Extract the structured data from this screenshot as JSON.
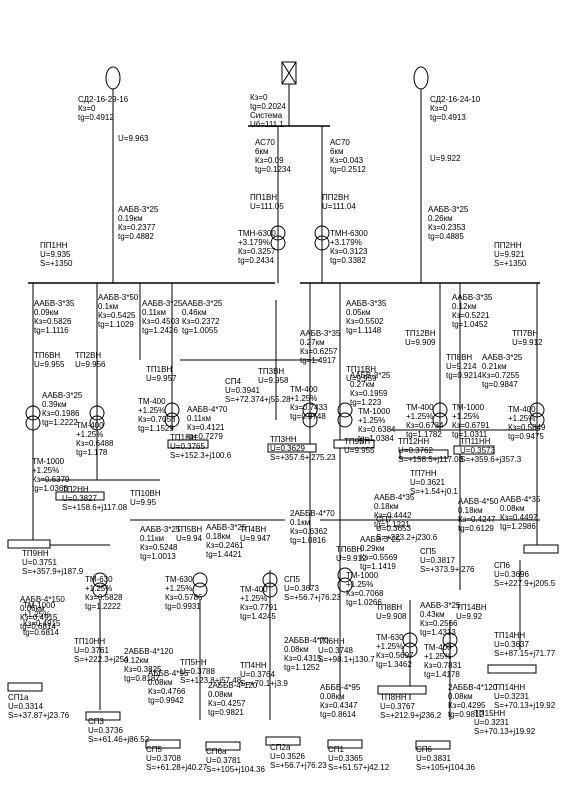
{
  "gens": [
    {
      "id": "g1",
      "lines": [
        "СД2-16-29-16",
        "Кз=0",
        "tg=0.4912"
      ]
    },
    {
      "id": "g2",
      "lines": [
        "СД2-16-24-10",
        "Кз=0",
        "tg=0.4913"
      ]
    }
  ],
  "system": {
    "lines": [
      "Кз=0",
      "tg=0.2024",
      "Система",
      "Uб=111.1"
    ]
  },
  "voltages": {
    "g1": "U=9.963",
    "g2": "U=9.922"
  },
  "mains": {
    "ac70a": [
      "АС70",
      "6км",
      "Кз=0.09",
      "tg=0.1234"
    ],
    "ac70b": [
      "АС70",
      "6км",
      "Кз=0.043",
      "tg=0.2512"
    ],
    "pp1": [
      "ПП1ВН",
      "U=111.05"
    ],
    "pp2": [
      "ПП2ВН",
      "U=111.04"
    ],
    "tmn1": [
      "ТМН-6300",
      "+3.179%",
      "Кз=0.3257",
      "tg=0.2434"
    ],
    "tmn2": [
      "ТМН-6300",
      "+3.179%",
      "Кз=0.3123",
      "tg=0.3382"
    ],
    "aabv_g1": [
      "ААБВ-3*25",
      "0.19км",
      "Кз=0.2377",
      "tg=0.4882"
    ],
    "aabv_g2": [
      "ААБВ-3*25",
      "0.26км",
      "Кз=0.2353",
      "tg=0.4885"
    ],
    "ppn1": [
      "ПП1НН",
      "U=9.935",
      "S=+1350"
    ],
    "ppn2": [
      "ПП2НН",
      "U=9.921",
      "S=+1350"
    ]
  },
  "labels": [
    {
      "id": "L1",
      "lines": [
        "ААБВ-3*35",
        "0.09км",
        "Кз=0.5826",
        "tg=1.1116"
      ]
    },
    {
      "id": "L2",
      "lines": [
        "ААБВ-3*50",
        "0.1км",
        "Кз=0.5425",
        "tg=1.1029"
      ]
    },
    {
      "id": "L3",
      "lines": [
        "ААБВ-3*25",
        "0.11км",
        "Кз=0.4503",
        "tg=1.2426"
      ]
    },
    {
      "id": "L4",
      "lines": [
        "ААБВ-3*25",
        "0.46км",
        "Кз=0.2372",
        "tg=1.0055"
      ]
    },
    {
      "id": "L5",
      "lines": [
        "ААБВ-3*35",
        "0.27км",
        "Кз=0.6257",
        "tg=1.4917"
      ]
    },
    {
      "id": "L6",
      "lines": [
        "ААБВ-3*35",
        "0.05км",
        "Кз=0.5502",
        "tg=1.1148"
      ]
    },
    {
      "id": "L7",
      "lines": [
        "ААБВ-3*35",
        "0.12км",
        "Кз=0.5221",
        "tg=1.0452"
      ]
    },
    {
      "id": "L8",
      "lines": [
        "ТП6ВН",
        "U=9.955"
      ]
    },
    {
      "id": "L9",
      "lines": [
        "ТП2ВН",
        "U=9.956"
      ]
    },
    {
      "id": "L10",
      "lines": [
        "ААБВ-3*25",
        "0.39км",
        "Кз=0.1986",
        "tg=1.2222"
      ]
    },
    {
      "id": "L11",
      "lines": [
        "ТМ-400",
        "+1.25%",
        "Кз=0.6488",
        "tg=1.178"
      ]
    },
    {
      "id": "L12",
      "lines": [
        "ТМ-1000",
        "+1.25%",
        "Кз=0.6379",
        "tg=1.0366"
      ]
    },
    {
      "id": "L13",
      "lines": [
        "ТП2НН",
        "U=0.3827",
        "S=+158.6+j117.08"
      ]
    },
    {
      "id": "L14",
      "lines": [
        "ТП1ВН",
        "U=9.957"
      ]
    },
    {
      "id": "L15",
      "lines": [
        "ТМ-400",
        "+1.25%",
        "Кз=0.7058",
        "tg=1.1529"
      ]
    },
    {
      "id": "L16",
      "lines": [
        "СП4",
        "U=0.3941",
        "S=+72.374+j55.28"
      ]
    },
    {
      "id": "L17",
      "lines": [
        "ААБВ-4*70",
        "0.11км",
        "Кз=0.4121",
        "tg=0.7279"
      ]
    },
    {
      "id": "L18",
      "lines": [
        "ТП3ВН",
        "U=9.958"
      ]
    },
    {
      "id": "L19",
      "lines": [
        "ТМ-400",
        "+1.25%",
        "Кз=0.7433",
        "tg=0.9748"
      ]
    },
    {
      "id": "L20",
      "lines": [
        "ТП1НН",
        "U=0.3765",
        "S=+152.3+j100.6"
      ]
    },
    {
      "id": "L21",
      "lines": [
        "ТП3НН",
        "U=0.3629",
        "S=+357.6+j275.23"
      ]
    },
    {
      "id": "L22",
      "lines": [
        "ТП11ВН",
        "U=9.959"
      ]
    },
    {
      "id": "L23",
      "lines": [
        "ТП12ВН",
        "U=9.909"
      ]
    },
    {
      "id": "L24",
      "lines": [
        "ТП8ВН",
        "U=9.214",
        "tg=0.9214"
      ]
    },
    {
      "id": "L25",
      "lines": [
        "ААБВ-3*25",
        "0.27км",
        "Кз=0.1959",
        "tg=1.223"
      ]
    },
    {
      "id": "L26",
      "lines": [
        "ТМ-1000",
        "+1.25%",
        "Кз=0.6384",
        "tg=1.0384"
      ]
    },
    {
      "id": "L27",
      "lines": [
        "ТМ-400",
        "+1.25%",
        "Кз=0.6734",
        "tg=1.1782"
      ]
    },
    {
      "id": "L28",
      "lines": [
        "ТП12НН",
        "U=0.3762",
        "S=+158.5+j117.08"
      ]
    },
    {
      "id": "L29",
      "lines": [
        "ТМ-1000",
        "+1.25%",
        "Кз=0.6791",
        "tg=1.0311"
      ]
    },
    {
      "id": "L30",
      "lines": [
        "ААБВ-3*25",
        "0.21км",
        "Кз=0.7255",
        "tg=0.9847"
      ]
    },
    {
      "id": "L31",
      "lines": [
        "ТП11НН",
        "U=0.3573",
        "S=+359.6+j357.3"
      ]
    },
    {
      "id": "L32",
      "lines": [
        "ТМ-400",
        "+1.25%",
        "Кз=0.5849",
        "tg=0.9475"
      ]
    },
    {
      "id": "L33",
      "lines": [
        "ТП7ВН",
        "U=9.912"
      ]
    },
    {
      "id": "L34",
      "lines": [
        "ТП7НН",
        "U=0.3621",
        "S=+1.54+j0.1"
      ]
    },
    {
      "id": "L35",
      "lines": [
        "ТП9ВН",
        "U=9.955"
      ]
    },
    {
      "id": "L36",
      "lines": [
        "ТМ-1000",
        "+1.25%",
        "Кз=0.4915",
        "tg=0.6814"
      ]
    },
    {
      "id": "L37",
      "lines": [
        "ТП9НН",
        "U=0.3751",
        "S=+357.9+j187.9"
      ]
    },
    {
      "id": "L38",
      "lines": [
        "ТП10ВН",
        "U=9.95"
      ]
    },
    {
      "id": "L39",
      "lines": [
        "ААБВ-3*25",
        "0.11км",
        "Кз=0.5248",
        "tg=1.0013"
      ]
    },
    {
      "id": "L40",
      "lines": [
        "ТМ-630",
        "+1.25%",
        "Кз=0.5828",
        "tg=1.2222"
      ]
    },
    {
      "id": "L41",
      "lines": [
        "ТП10НН",
        "U=0.3761",
        "S=+222.3+j254"
      ]
    },
    {
      "id": "L42",
      "lines": [
        "ТП5ВН",
        "U=9.94"
      ]
    },
    {
      "id": "L43",
      "lines": [
        "ААБВ-3*25",
        "0.18км",
        "Кз=0.2461",
        "tg=1.4421"
      ]
    },
    {
      "id": "L44",
      "lines": [
        "ТМ-630",
        "+1.25%",
        "Кз=0.5786",
        "tg=0.9931"
      ]
    },
    {
      "id": "L45",
      "lines": [
        "ТП4ВН",
        "U=9.947"
      ]
    },
    {
      "id": "L46",
      "lines": [
        "ТМ-400",
        "+1.25%",
        "Кз=0.7791",
        "tg=1.4245"
      ]
    },
    {
      "id": "L47",
      "lines": [
        "ТП4НН",
        "U=0.3764",
        "S=+70.1+j3.9"
      ]
    },
    {
      "id": "L48",
      "lines": [
        "ТП5НН",
        "U=0.3788",
        "S=+123.8+j57.48"
      ]
    },
    {
      "id": "L49",
      "lines": [
        "2АББВ-4*70",
        "0.1км",
        "Кз=0.6362",
        "tg=1.0816"
      ]
    },
    {
      "id": "L50",
      "lines": [
        "СП5",
        "U=0.3673",
        "S=+56.7+j76.23"
      ]
    },
    {
      "id": "L51",
      "lines": [
        "2АББВ-4*70",
        "0.08км",
        "Кз=0.4315",
        "tg=1.1252"
      ]
    },
    {
      "id": "L52",
      "lines": [
        "ТП6НН",
        "U=0.3748",
        "S=+98.1+j130.7"
      ]
    },
    {
      "id": "L53",
      "lines": [
        "ТП6ВН",
        "U=9.912"
      ]
    },
    {
      "id": "L54",
      "lines": [
        "ТМ-1000",
        "+1.25%",
        "Кз=0.7068",
        "tg=1.0266"
      ]
    },
    {
      "id": "L55",
      "lines": [
        "ААБВ-3*25",
        "0.29км",
        "Кз=0.5569",
        "tg=1.1419"
      ]
    },
    {
      "id": "L56",
      "lines": [
        "ААБВ-4*35",
        "0.18км",
        "Кз=0.4442",
        "tg=1.1221"
      ]
    },
    {
      "id": "L57",
      "lines": [
        "СП7",
        "U=0.3653",
        "S=+223.2+j230.6"
      ]
    },
    {
      "id": "L58",
      "lines": [
        "ААБВ-4*50",
        "0.18км",
        "Кз=0.4247",
        "tg=0.6129"
      ]
    },
    {
      "id": "L59",
      "lines": [
        "ААБВ-4*35",
        "0.08км",
        "Кз=0.4497",
        "tg=1.2986"
      ]
    },
    {
      "id": "L60",
      "lines": [
        "СП5",
        "U=0.3817",
        "S=+373.9+j276"
      ]
    },
    {
      "id": "L61",
      "lines": [
        "СП6",
        "U=0.3696",
        "S=+227.9+j205.5"
      ]
    },
    {
      "id": "L62",
      "lines": [
        "ТП8ВН",
        "U=9.908"
      ]
    },
    {
      "id": "L63",
      "lines": [
        "ААБВ-3*25",
        "0.43км",
        "Кз=0.2566",
        "tg=1.4313"
      ]
    },
    {
      "id": "L64",
      "lines": [
        "ТП14ВН",
        "U=9.92"
      ]
    },
    {
      "id": "L65",
      "lines": [
        "ТМ-630",
        "+1.25%",
        "Кз=0.5697",
        "tg=1.3462"
      ]
    },
    {
      "id": "L66",
      "lines": [
        "ТМ-400",
        "+1.25%",
        "Кз=0.7831",
        "tg=1.4178"
      ]
    },
    {
      "id": "L67",
      "lines": [
        "ТП14НН",
        "U=0.3637",
        "S=+87.15+j71.77"
      ]
    },
    {
      "id": "L68",
      "lines": [
        "ТП8НН",
        "U=0.3767",
        "S=+212.9+j236.2"
      ]
    },
    {
      "id": "L69",
      "lines": [
        "2АББВ-4*120",
        "0.12км",
        "Кз=0.3825",
        "tg=0.8187"
      ]
    },
    {
      "id": "L70",
      "lines": [
        "АББВ-4*95",
        "0.08км",
        "Кз=0.4766",
        "tg=0.9942"
      ]
    },
    {
      "id": "L71",
      "lines": [
        "2АББВ-4*120",
        "0.08км",
        "Кз=0.4257",
        "tg=0.9821"
      ]
    },
    {
      "id": "L72",
      "lines": [
        "2АББВ-4*120",
        "0.08км",
        "Кз=0.4295",
        "tg=0.9812"
      ]
    },
    {
      "id": "L73",
      "lines": [
        "АББВ-4*95",
        "0.08км",
        "Кз=0.4347",
        "tg=0.8614"
      ]
    },
    {
      "id": "L74",
      "lines": [
        "ТП14НН",
        "U=0.3231",
        "S=+70.13+j19.92"
      ]
    },
    {
      "id": "L75",
      "lines": [
        "ТП15НН",
        "U=0.3231",
        "S=+70.13+j19.92"
      ]
    },
    {
      "id": "L76",
      "lines": [
        "ААБВ-4*150",
        "0.06км",
        "Кз=0.4915",
        "tg=0.6814"
      ]
    },
    {
      "id": "L77",
      "lines": [
        "СП1а",
        "U=0.3314",
        "S=+37.87+j23.76"
      ]
    },
    {
      "id": "L78",
      "lines": [
        "СП3",
        "U=0.3736",
        "S=+61.46+j86.52"
      ]
    },
    {
      "id": "L79",
      "lines": [
        "СП5",
        "U=0.3708",
        "S=+61.28+j40.27"
      ]
    },
    {
      "id": "L80",
      "lines": [
        "СП6а",
        "U=0.3781",
        "S=+105+j104.36"
      ]
    },
    {
      "id": "L81",
      "lines": [
        "СП2а",
        "U=0.3526",
        "S=+56.7+j76.23"
      ]
    },
    {
      "id": "L82",
      "lines": [
        "СП1",
        "U=0.3365",
        "S=+51.57+j42.12"
      ]
    },
    {
      "id": "L83",
      "lines": [
        "СП6",
        "U=0.3831",
        "S=+105+j104.36"
      ]
    }
  ]
}
